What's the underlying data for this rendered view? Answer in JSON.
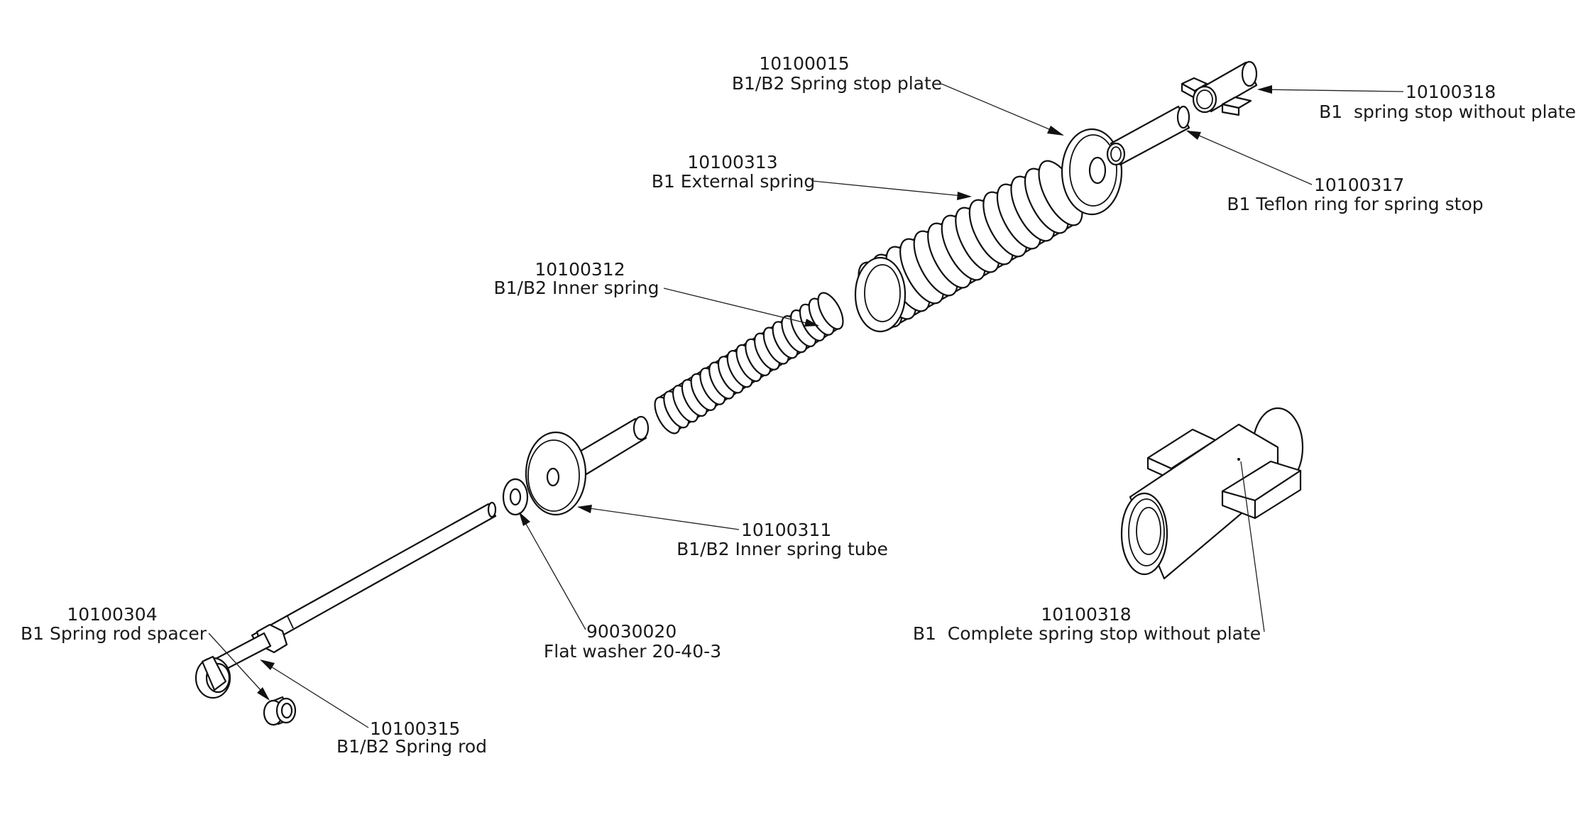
{
  "diagram": {
    "type": "exploded-assembly-drawing",
    "callouts": [
      {
        "id": "spring-stop-plate",
        "part_number": "10100015",
        "description": "B1/B2 Spring stop plate"
      },
      {
        "id": "spring-stop-without-plate-top",
        "part_number": "10100318",
        "description": "B1  spring stop without plate"
      },
      {
        "id": "teflon-ring",
        "part_number": "10100317",
        "description": "B1 Teflon ring for spring stop"
      },
      {
        "id": "external-spring",
        "part_number": "10100313",
        "description": "B1 External spring"
      },
      {
        "id": "inner-spring",
        "part_number": "10100312",
        "description": "B1/B2 Inner spring"
      },
      {
        "id": "inner-spring-tube",
        "part_number": "10100311",
        "description": "B1/B2 Inner spring tube"
      },
      {
        "id": "flat-washer",
        "part_number": "90030020",
        "description": "Flat washer 20-40-3"
      },
      {
        "id": "spring-rod-spacer",
        "part_number": "10100304",
        "description": "B1 Spring rod spacer"
      },
      {
        "id": "spring-rod",
        "part_number": "10100315",
        "description": "B1/B2 Spring rod"
      },
      {
        "id": "complete-spring-stop",
        "part_number": "10100318",
        "description": "B1  Complete spring stop without plate"
      }
    ]
  }
}
